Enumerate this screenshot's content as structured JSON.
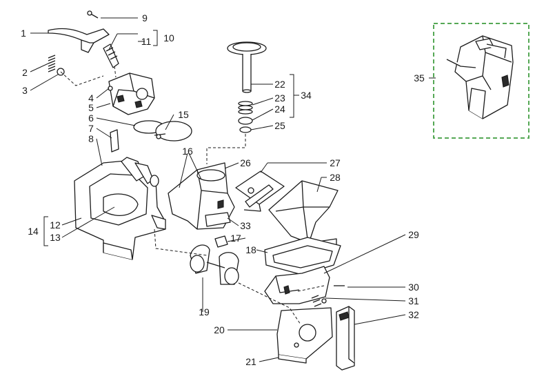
{
  "callouts": [
    "1",
    "2",
    "3",
    "4",
    "5",
    "6",
    "7",
    "8",
    "9",
    "10",
    "11",
    "12",
    "13",
    "14",
    "15",
    "16",
    "17",
    "18",
    "19",
    "20",
    "21",
    "22",
    "23",
    "24",
    "25",
    "26",
    "27",
    "28",
    "29",
    "30",
    "31",
    "32",
    "33",
    "34",
    "35"
  ],
  "colors": {
    "inset_border": "#55a855",
    "line": "#1a1a1a"
  }
}
